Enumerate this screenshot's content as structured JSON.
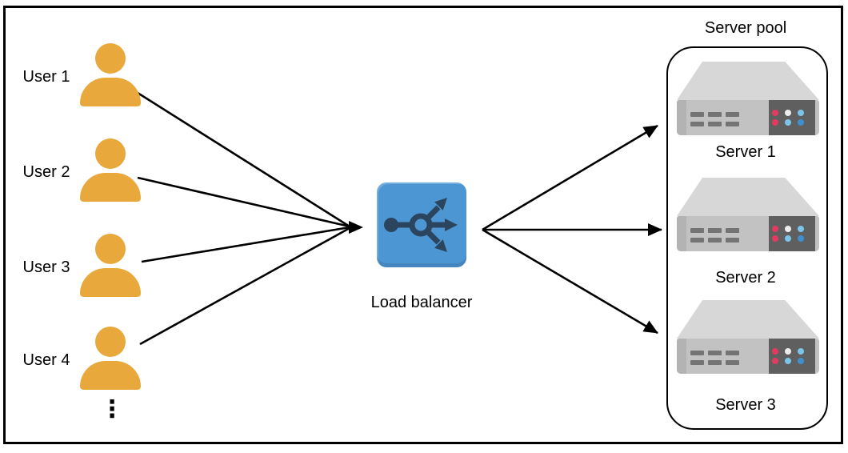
{
  "users": [
    {
      "label": "User 1"
    },
    {
      "label": "User 2"
    },
    {
      "label": "User 3"
    },
    {
      "label": "User 4"
    }
  ],
  "ellipsis": "⋮",
  "load_balancer": {
    "label": "Load balancer"
  },
  "server_pool": {
    "title": "Server pool",
    "servers": [
      {
        "label": "Server 1"
      },
      {
        "label": "Server 2"
      },
      {
        "label": "Server 3"
      }
    ]
  },
  "icons": {
    "user": "person-icon",
    "load_balancer": "load-balancer-icon",
    "server": "server-icon",
    "more_users": "vertical-ellipsis-icon"
  },
  "colors": {
    "user_icon": "#E9A83C",
    "lb_bg": "#4D96D4",
    "lb_symbol": "#2C455E",
    "server_top": "#D7D7D7",
    "server_front": "#C2C2C2",
    "server_front_edge": "#B3B3B3",
    "server_panel": "#5F5F5F",
    "server_vent": "#747474",
    "dot_red": "#E23A60",
    "dot_white": "#EDEDED",
    "dot_light_blue": "#7CC5E9",
    "dot_blue": "#3F90D1",
    "line": "#000000",
    "canvas_bg": "#FFFFFF"
  }
}
